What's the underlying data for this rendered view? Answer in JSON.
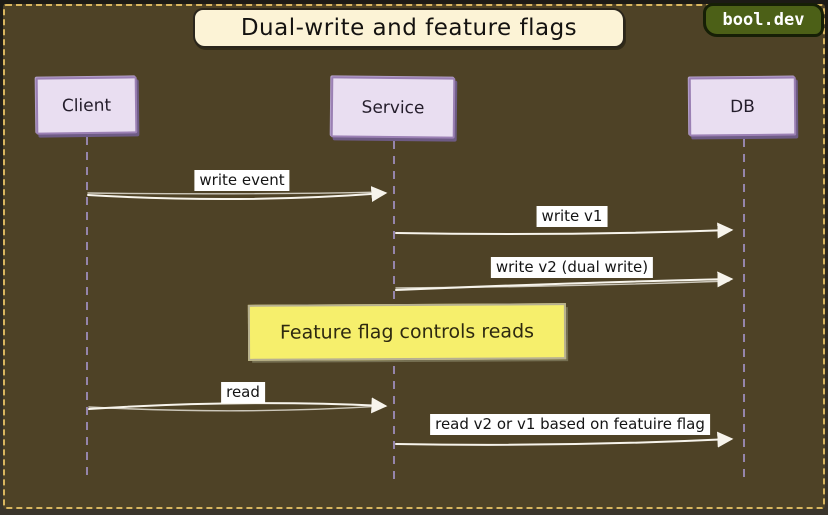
{
  "title": "Dual-write and feature flags",
  "badge": {
    "label": "bool.dev"
  },
  "actors": [
    {
      "name": "Client"
    },
    {
      "name": "Service"
    },
    {
      "name": "DB"
    }
  ],
  "messages": [
    {
      "label": "write event",
      "from": "Client",
      "to": "Service"
    },
    {
      "label": "write v1",
      "from": "Service",
      "to": "DB"
    },
    {
      "label": "write v2 (dual write)",
      "from": "Service",
      "to": "DB"
    },
    {
      "label": "read",
      "from": "Client",
      "to": "Service"
    },
    {
      "label": "read v2 or v1 based on featuire flag",
      "from": "Service",
      "to": "DB"
    }
  ],
  "note": {
    "text": "Feature flag controls reads"
  },
  "colors": {
    "canvas_bg": "#4e4226",
    "outer_bg": "#24211b",
    "frame_dash": "#d9b65f",
    "actor_fill": "#e9def1",
    "actor_border": "#9b80b4",
    "lifeline": "#9585ab",
    "arrow": "#f7f4ec",
    "label_bg": "#ffffff",
    "label_text": "#151515",
    "note_fill": "#f6ef6c",
    "note_border": "#b7b091",
    "title_fill": "#fcf3d6",
    "badge_fill": "#4c6017",
    "badge_text": "#ffffff"
  }
}
